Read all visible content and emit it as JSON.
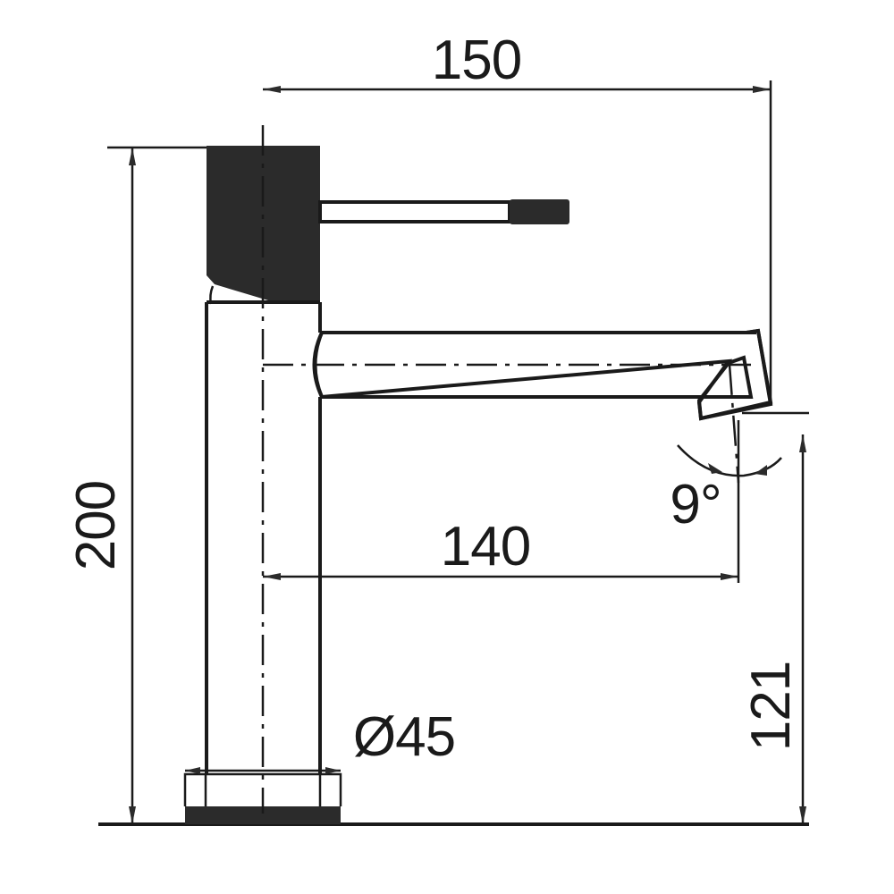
{
  "dimensions": {
    "overall_reach": "150",
    "overall_height": "200",
    "spout_reach": "140",
    "spout_angle": "9°",
    "spout_height": "121",
    "base_diameter": "Ø45"
  },
  "colors": {
    "line": "#1a1a1a",
    "handle_fill": "#2b2b2b",
    "background": "#ffffff"
  }
}
